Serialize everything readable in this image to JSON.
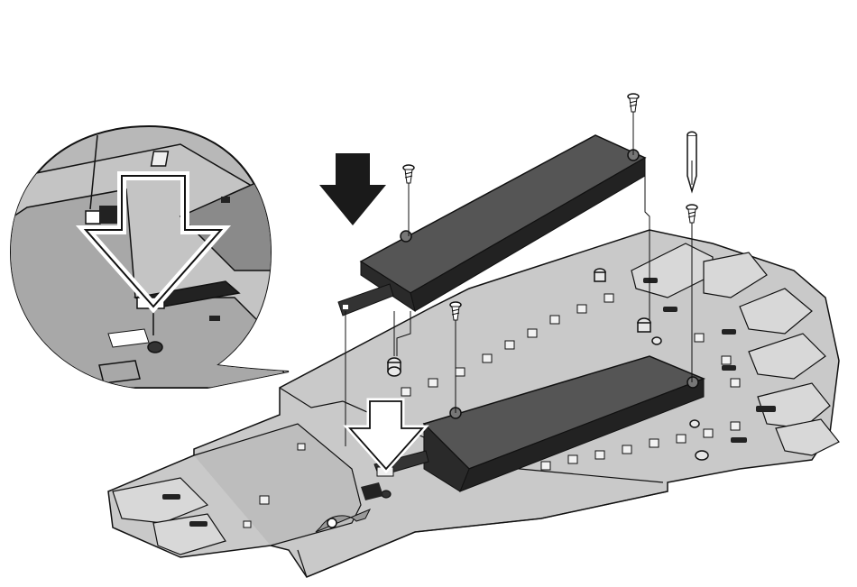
{
  "figure": {
    "description_labels": [],
    "colors": {
      "background": "#ffffff",
      "base_plate": "#c9c9c9",
      "base_plate_shadow": "#9e9e9e",
      "motor_cover": "#5a5a5a",
      "motor_cover_top": "#4a4a4a",
      "motor_cover_edge": "#1a1a1a",
      "inset_background": "#b8b8b8",
      "arrow_solid": "#1a1a1a",
      "arrow_outline": "#ffffff",
      "line": "#111111"
    },
    "icons": [
      "screw-icon",
      "screwdriver-icon",
      "down-arrow-solid-icon",
      "down-arrow-outline-icon",
      "magnified-inset"
    ],
    "parts": {
      "screw_count": 4,
      "motor_count": 2
    }
  }
}
